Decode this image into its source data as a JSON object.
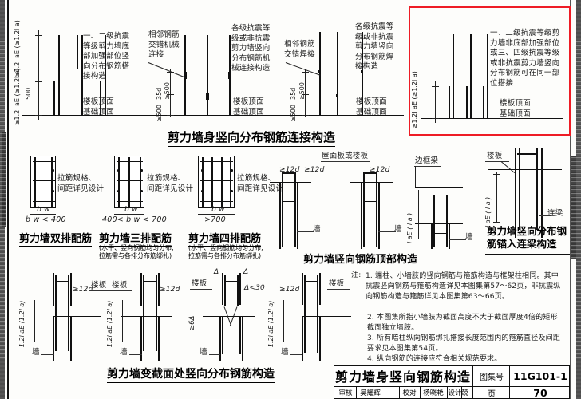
{
  "sheet": {
    "atlas_label": "图集号",
    "atlas_number": "11G101-1",
    "page_label": "页",
    "page_number": "70",
    "main_title": "剪力墙身竖向钢筋构造",
    "signature_row": [
      {
        "role": "审核",
        "name": "吴耀辉"
      },
      {
        "role": "校对",
        "name": "杨晓艳"
      },
      {
        "role": "设计",
        "name": "赵兢波"
      }
    ]
  },
  "top_section": {
    "caption": "剪力墙身竖向分布钢筋连接构造",
    "diagrams": [
      {
        "id": "lap-splice-bottom",
        "note": "一、二级抗震\n等级剪力墙底\n部加强部位竖\n向分布钢筋搭\n接构造",
        "base_label": "楼板顶面\n基础顶面",
        "dim_upper": "≥1.2l aE\n(≥1.2l a)",
        "dim_mid": "500",
        "dim_lower": "≥1.2l aE\n(≥1.2l a)"
      },
      {
        "id": "staggered-mechanical",
        "note_lead": "相邻钢筋\n交错机械\n连接",
        "note": "各级抗震等\n级或非抗震\n剪力墙竖向\n分布钢筋机\n械连接构造",
        "base_label": "楼板顶面\n基础顶面",
        "dim_a": "35d",
        "dim_b": "≥500",
        "dim_c": "≥500"
      },
      {
        "id": "staggered-welded",
        "note_lead": "相邻钢筋\n交错焊接",
        "note": "各级抗震等\n级或非抗震\n剪力墙竖向\n分布钢筋焊\n接构造",
        "base_label": "楼板顶面\n基础顶面",
        "dim_a": "35d",
        "dim_b": "≥500",
        "dim_c": "≥500"
      },
      {
        "id": "same-position-lap",
        "highlighted": true,
        "note": "一、二级抗震等级剪\n力墙非底部加强部位\n或三、四级抗震等级\n或非抗震剪力墙竖向\n分布钢筋可在同一部\n位搭接",
        "base_label": "楼板顶面\n基础顶面",
        "dim_upper": "≥1.2l aE\n(≥1.2l a)"
      }
    ]
  },
  "mid_left_section": {
    "diagrams": [
      {
        "id": "double-row",
        "tie_note": "拉筋规格、\n间距详见设计",
        "width_symbol": "b w",
        "width_condition": "b w < 400",
        "caption": "剪力墙双排配筋",
        "subcaption": ""
      },
      {
        "id": "triple-row",
        "tie_note": "拉筋规格、\n间距详见设计",
        "width_symbol": "b w",
        "width_condition": "400< b w < 700",
        "caption": "剪力墙三排配筋",
        "subcaption": "(水平、竖向钢筋均匀分布,\n拉筋需与各排分布筋绑扎)"
      },
      {
        "id": "quad-row",
        "tie_note": "拉筋规格、\n间距详见设计",
        "width_symbol": "b w",
        "width_condition": ">700",
        "caption": "剪力墙四排配筋",
        "subcaption": "(水平、竖向钢筋均匀分布,\n拉筋需与各排分布筋绑扎)"
      }
    ]
  },
  "mid_right_section": {
    "caption": "剪力墙竖向钢筋顶部构造",
    "labels": {
      "roof_or_floor": "屋面板或楼板",
      "edge_beam": "边框梁",
      "wall": "墙",
      "dim_12d_a": "≥12d",
      "dim_12d_b": "≥12d",
      "dim_12d_c": "≥12d",
      "lae": "l aE ( l a )"
    }
  },
  "coupling_beam_section": {
    "caption": "剪力墙竖向分布钢\n筋锚入连梁构造",
    "labels": {
      "floor_slab": "楼板",
      "coupling_beam": "连梁",
      "lae": "l aE ( l a )"
    }
  },
  "bottom_left_section": {
    "caption": "剪力墙变截面处竖向分布钢筋构造",
    "diagrams": [
      {
        "id": "step-a",
        "floor": "楼板",
        "wall": "墙",
        "dim_12d": "≥12d",
        "dim_lae": "1.2l aE\n(1.2l a)"
      },
      {
        "id": "step-b",
        "floor": "楼板",
        "wall": "墙",
        "dim_12d": "≥12d",
        "dim_lae": "1.2l aE\n(1.2l a)"
      },
      {
        "id": "taper",
        "floor": "楼板",
        "wall": "墙",
        "dim_delta": "Δ<30",
        "dim_6": "≥6Δ",
        "delta_a": "Δ",
        "delta_b": "Δ"
      },
      {
        "id": "step-d",
        "floor": "楼板",
        "wall": "墙",
        "dim_12d": "≥12d",
        "dim_lae": "1.2l aE\n(1.2l a)"
      }
    ]
  },
  "notes": {
    "header": "注:",
    "items": [
      "1. 端柱、小墙肢的竖向钢筋与箍筋构造与框架柱相同。其中抗震竖向钢筋与箍筋构造详见本图集第57～62页，非抗震纵向钢筋构造与箍筋详见本图集第63～66页。",
      "2. 本图集所指小墙肢为截面高度不大于截面厚度4倍的矩形截面独立墙肢。",
      "3. 所有暗柱纵向钢筋绑扎搭接长度范围内的箍筋直径及间距要求见本图集第54页。",
      "4. 纵向钢筋的连接应符合相关规范要求。"
    ]
  },
  "colors": {
    "highlight": "#ee1c25",
    "ink": "#111111",
    "paper": "#fdfdfb"
  }
}
